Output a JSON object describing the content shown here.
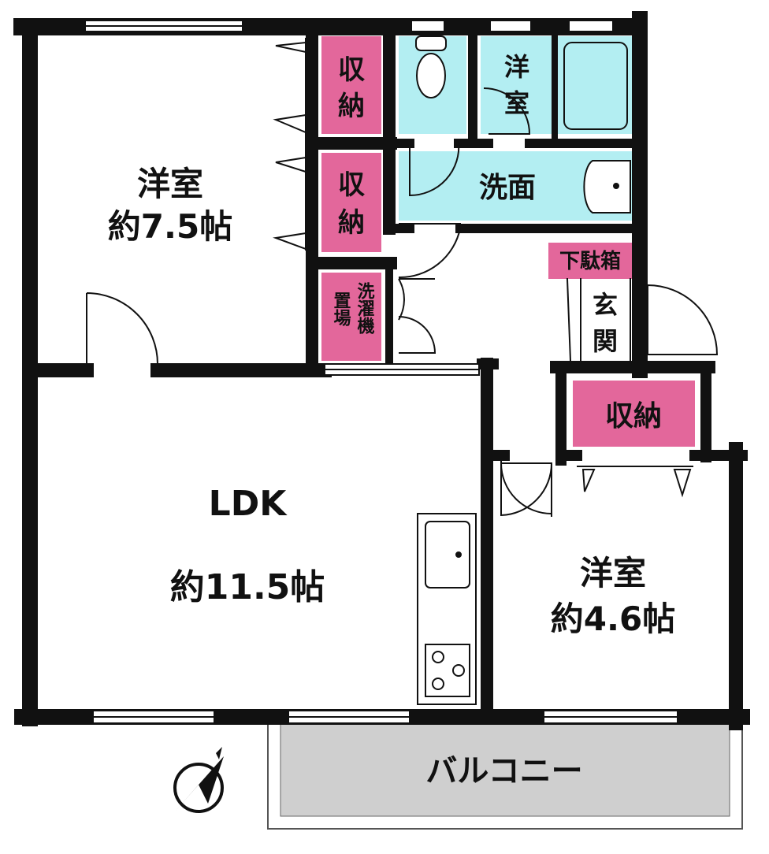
{
  "rooms": {
    "western_large": {
      "name": "洋室",
      "size": "約7.5帖"
    },
    "ldk": {
      "name": "LDK",
      "size": "約11.5帖"
    },
    "western_small": {
      "name": "洋室",
      "size": "約4.6帖"
    },
    "small_western": {
      "line1": "洋",
      "line2": "室"
    },
    "storage_top": {
      "line1": "収",
      "line2": "納"
    },
    "storage_mid": {
      "line1": "収",
      "line2": "納"
    },
    "storage_right": {
      "name": "収納"
    },
    "laundry": {
      "col1": "洗濯機",
      "col2": "置場"
    },
    "washroom": {
      "name": "洗面"
    },
    "shoe_box": {
      "name": "下駄箱"
    },
    "entrance": {
      "line1": "玄",
      "line2": "関"
    },
    "balcony": {
      "name": "バルコニー"
    }
  },
  "colors": {
    "wall": "#111111",
    "storage": "#e3679b",
    "wet_area": "#b3eef2",
    "balcony": "#cfcfcf",
    "floor": "#ffffff"
  },
  "icons": {
    "compass": "north-arrow-icon",
    "toilet": "toilet-icon",
    "bathtub": "bathtub-icon",
    "sink": "sink-icon",
    "stove": "stove-icon"
  }
}
